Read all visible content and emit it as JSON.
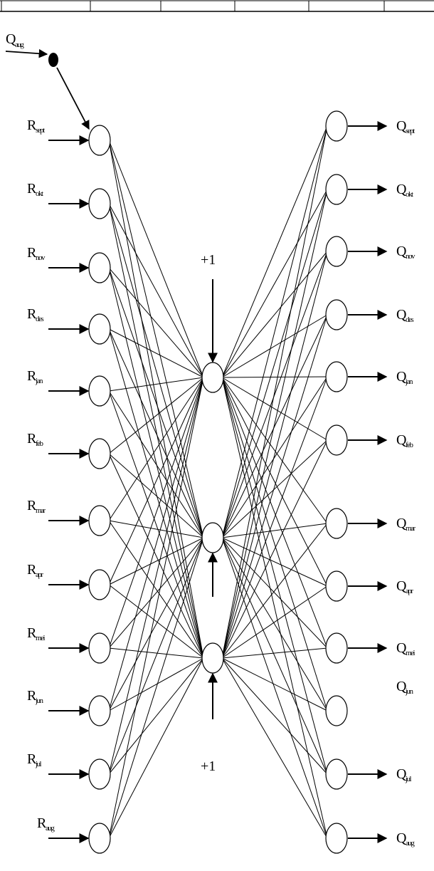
{
  "network": {
    "inputs": [
      {
        "main": "R",
        "sub": "sept"
      },
      {
        "main": "R",
        "sub": "okt"
      },
      {
        "main": "R",
        "sub": "nov"
      },
      {
        "main": "R",
        "sub": "des"
      },
      {
        "main": "R",
        "sub": "jan"
      },
      {
        "main": "R",
        "sub": "feb"
      },
      {
        "main": "R",
        "sub": "mar"
      },
      {
        "main": "R",
        "sub": "apr"
      },
      {
        "main": "R",
        "sub": "mei"
      },
      {
        "main": "R",
        "sub": "jun"
      },
      {
        "main": "R",
        "sub": "jul"
      },
      {
        "main": "R",
        "sub": "aug"
      }
    ],
    "outputs": [
      {
        "main": "Q",
        "sub": "sept"
      },
      {
        "main": "Q",
        "sub": "okt"
      },
      {
        "main": "Q",
        "sub": "nov"
      },
      {
        "main": "Q",
        "sub": "des"
      },
      {
        "main": "Q",
        "sub": "jan"
      },
      {
        "main": "Q",
        "sub": "feb"
      },
      {
        "main": "Q",
        "sub": "mar"
      },
      {
        "main": "Q",
        "sub": "apr"
      },
      {
        "main": "Q",
        "sub": "mei"
      },
      {
        "main": "Q",
        "sub": "jun"
      },
      {
        "main": "Q",
        "sub": "jul"
      },
      {
        "main": "Q",
        "sub": "aug"
      }
    ],
    "feedback_input": {
      "main": "Q",
      "sub": "aug"
    },
    "bias_top": "+1",
    "bias_bottom": "+1",
    "hidden_count": 3
  }
}
